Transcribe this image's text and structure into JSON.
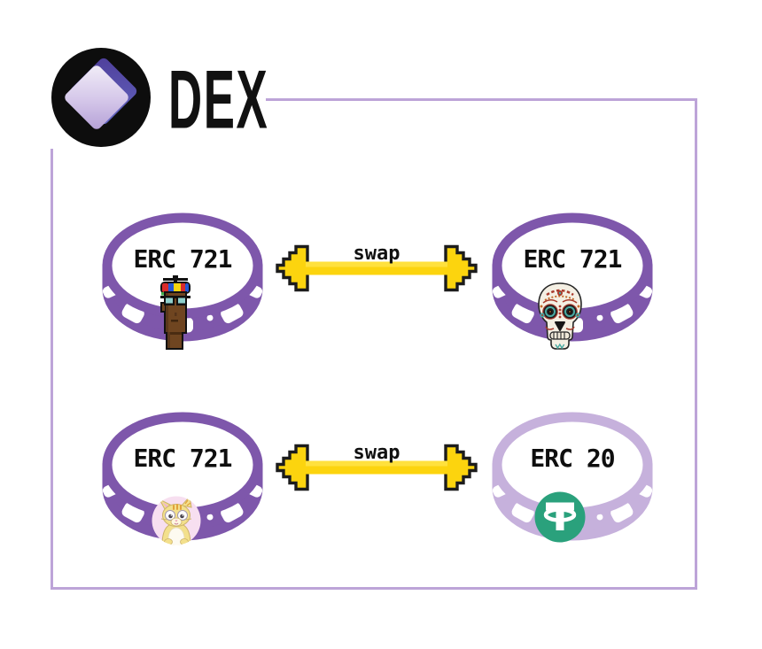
{
  "title": {
    "brand": "DEX"
  },
  "diagram": {
    "rows": [
      {
        "left": {
          "label": "ERC 721",
          "badge": "cryptopunk-avatar"
        },
        "arrow": {
          "label": "swap"
        },
        "right": {
          "label": "ERC 721",
          "badge": "sugar-skull-avatar"
        }
      },
      {
        "left": {
          "label": "ERC 721",
          "badge": "cryptokitty-avatar"
        },
        "arrow": {
          "label": "swap"
        },
        "right": {
          "label": "ERC 20",
          "badge": "tether-coin"
        }
      }
    ]
  },
  "colors": {
    "ring_purple": "#7e57ab",
    "ring_light_purple": "#c6b1dc",
    "frame_purple": "#bda4d8",
    "arrow_yellow": "#fcd40e",
    "tether_green": "#2aa17c",
    "logo_black": "#0d0d0d"
  }
}
